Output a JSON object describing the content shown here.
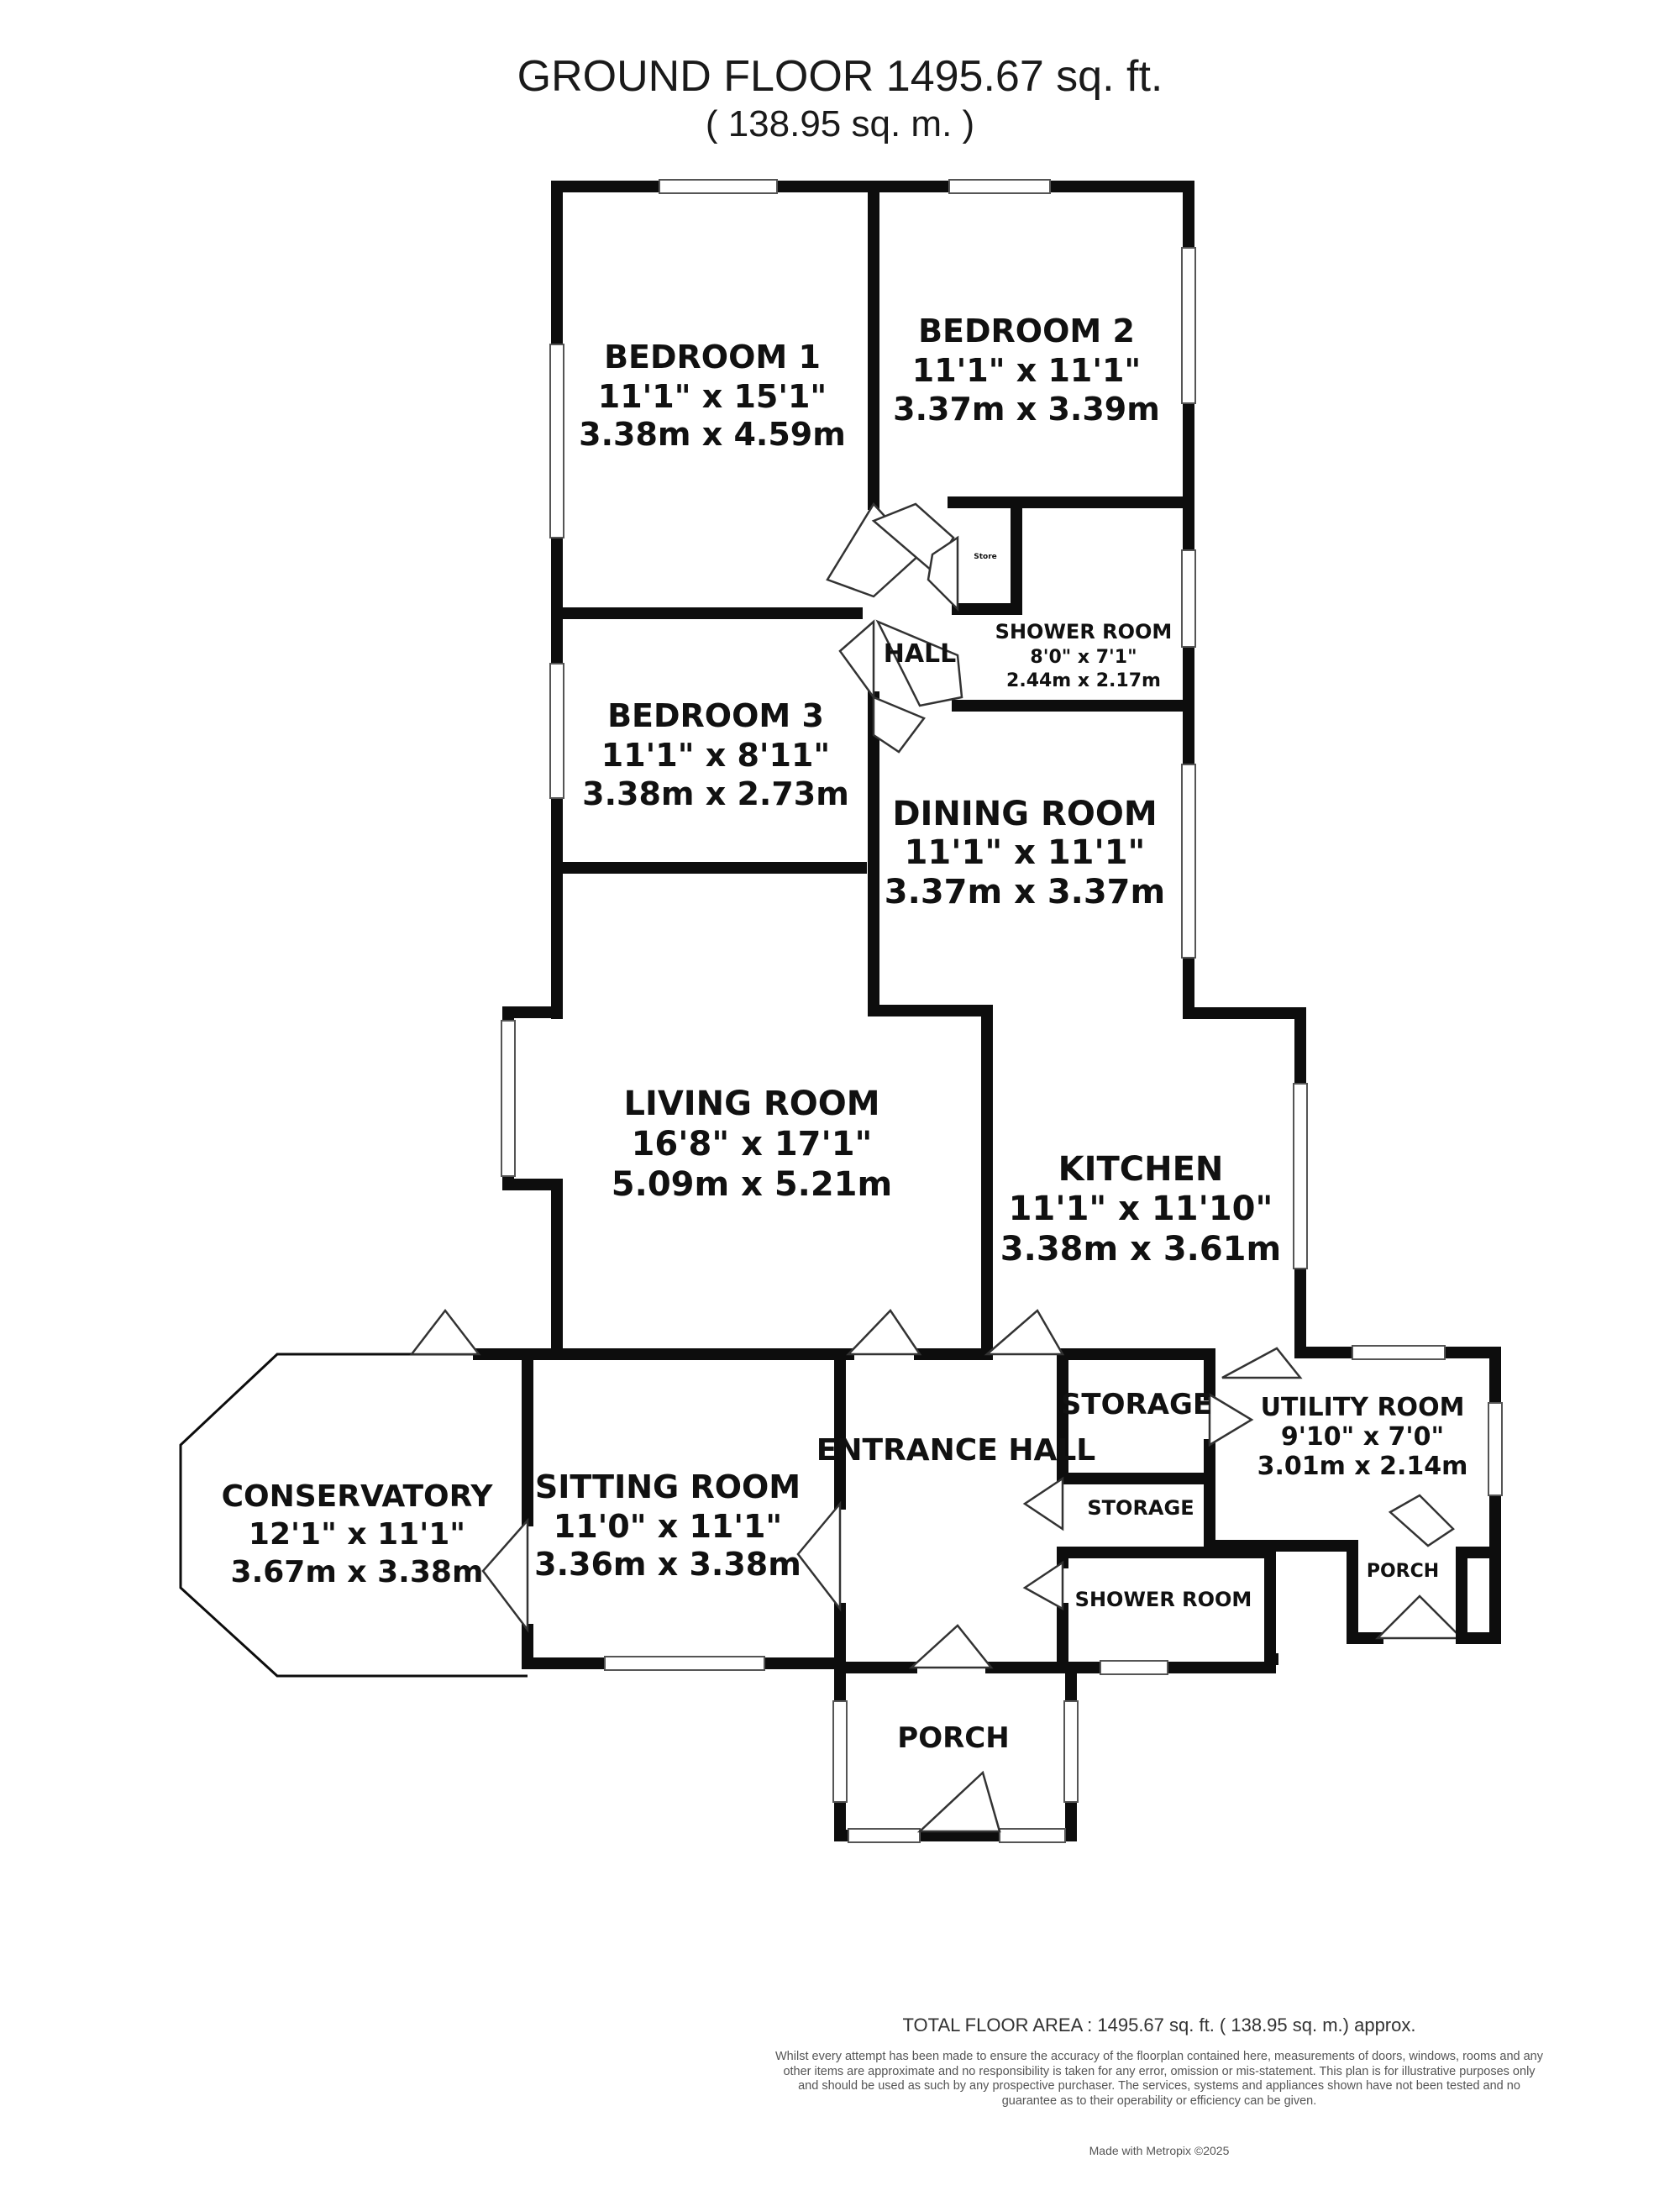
{
  "header": {
    "title": "GROUND FLOOR 1495.67 sq. ft.",
    "subtitle": "( 138.95 sq. m. )"
  },
  "rooms": {
    "bedroom1": {
      "name": "BEDROOM 1",
      "imperial": "11'1\" x 15'1\"",
      "metric": "3.38m x 4.59m"
    },
    "bedroom2": {
      "name": "BEDROOM 2",
      "imperial": "11'1\" x 11'1\"",
      "metric": "3.37m x 3.39m"
    },
    "bedroom3": {
      "name": "BEDROOM 3",
      "imperial": "11'1\" x 8'11\"",
      "metric": "3.38m x 2.73m"
    },
    "shower_room_1": {
      "name": "SHOWER ROOM",
      "imperial": "8'0\" x 7'1\"",
      "metric": "2.44m x 2.17m"
    },
    "hall": {
      "name": "HALL"
    },
    "store": {
      "name": "Store"
    },
    "dining_room": {
      "name": "DINING ROOM",
      "imperial": "11'1\" x 11'1\"",
      "metric": "3.37m x 3.37m"
    },
    "living_room": {
      "name": "LIVING ROOM",
      "imperial": "16'8\" x 17'1\"",
      "metric": "5.09m x 5.21m"
    },
    "kitchen": {
      "name": "KITCHEN",
      "imperial": "11'1\" x 11'10\"",
      "metric": "3.38m x 3.61m"
    },
    "conservatory": {
      "name": "CONSERVATORY",
      "imperial": "12'1\" x 11'1\"",
      "metric": "3.67m x 3.38m"
    },
    "sitting_room": {
      "name": "SITTING ROOM",
      "imperial": "11'0\" x 11'1\"",
      "metric": "3.36m x 3.38m"
    },
    "entrance_hall": {
      "name": "ENTRANCE HALL"
    },
    "storage_1": {
      "name": "STORAGE"
    },
    "storage_2": {
      "name": "STORAGE"
    },
    "shower_room_2": {
      "name": "SHOWER ROOM"
    },
    "utility_room": {
      "name": "UTILITY ROOM",
      "imperial": "9'10\" x 7'0\"",
      "metric": "3.01m x 2.14m"
    },
    "porch_small": {
      "name": "PORCH"
    },
    "porch_main": {
      "name": "PORCH"
    }
  },
  "footer": {
    "total": "TOTAL FLOOR AREA : 1495.67 sq. ft. ( 138.95 sq. m.) approx.",
    "disclaimer": "Whilst every attempt has been made to ensure the accuracy of the floorplan contained here, measurements of doors, windows, rooms and any other items are approximate and no responsibility is taken for any error, omission or mis-statement. This plan is for illustrative purposes only and should be used as such by any prospective purchaser. The services, systems and appliances shown have not been tested and no guarantee as to their operability or efficiency can be given.",
    "credit": "Made with Metropix ©2025"
  }
}
